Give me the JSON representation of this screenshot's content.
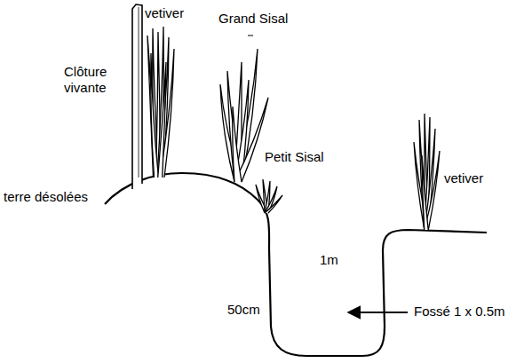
{
  "diagram": {
    "labels": [
      "vetiver",
      "Grand Sisal",
      "Clôture vivante",
      "Petit Sisal",
      "terre désolées",
      "vetiver",
      "1m",
      "50cm",
      "Fossé 1 x 0.5m"
    ]
  }
}
